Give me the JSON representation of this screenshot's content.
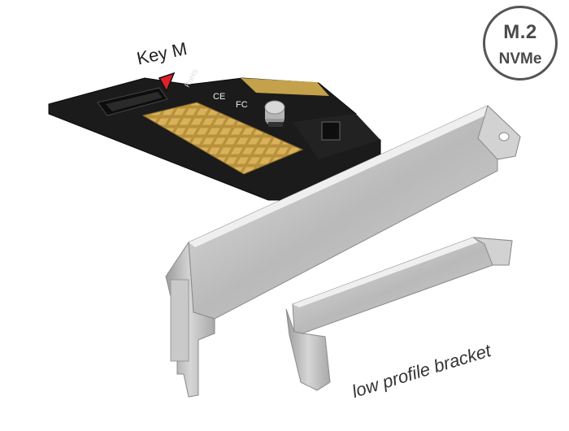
{
  "badge": {
    "line1": "M.2",
    "line2": "NVMe"
  },
  "callout": {
    "key_label": "Key M"
  },
  "caption": "low profile bracket",
  "colors": {
    "pcb": "#1b1b1b",
    "pad": "#c9a24a",
    "bracket": "#c8c8c8",
    "arrow": "#e0202a",
    "badge_border": "#555555"
  }
}
